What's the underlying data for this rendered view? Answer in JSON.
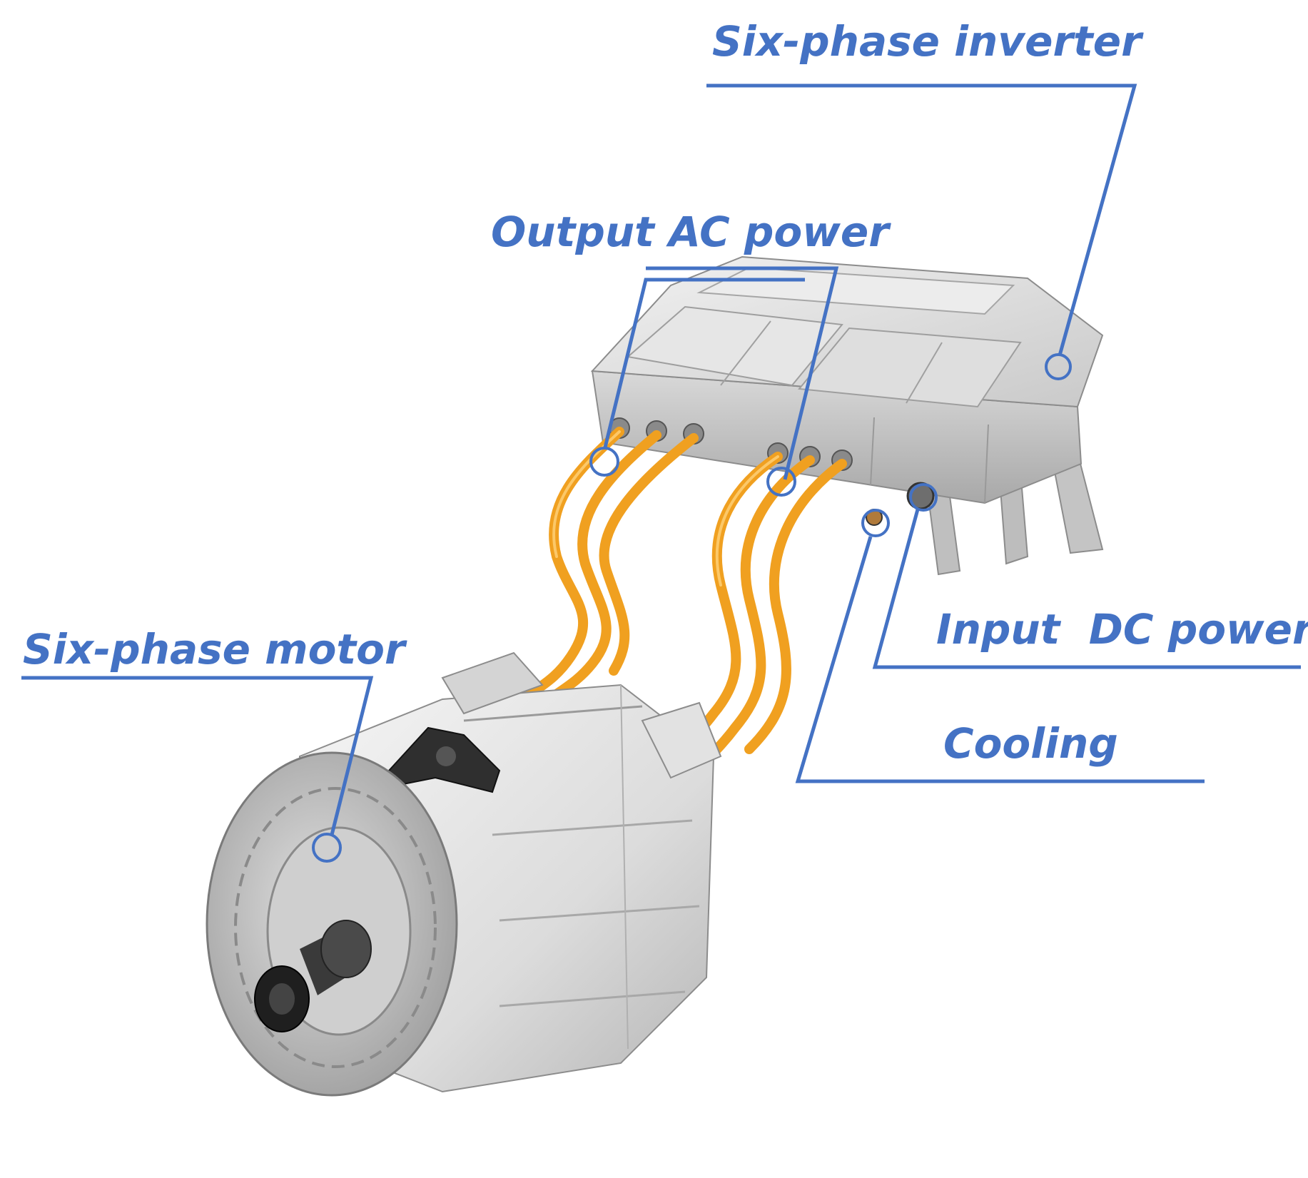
{
  "labels": {
    "inverter": "Six-phase inverter",
    "ac_output": "Output AC power",
    "motor": "Six-phase motor",
    "dc_input": "Input  DC power",
    "cooling": "Cooling"
  },
  "colors": {
    "callout": "#4472c4",
    "cable": "#f0a020",
    "housing": "#d6d6d6",
    "background": "#ffffff"
  }
}
